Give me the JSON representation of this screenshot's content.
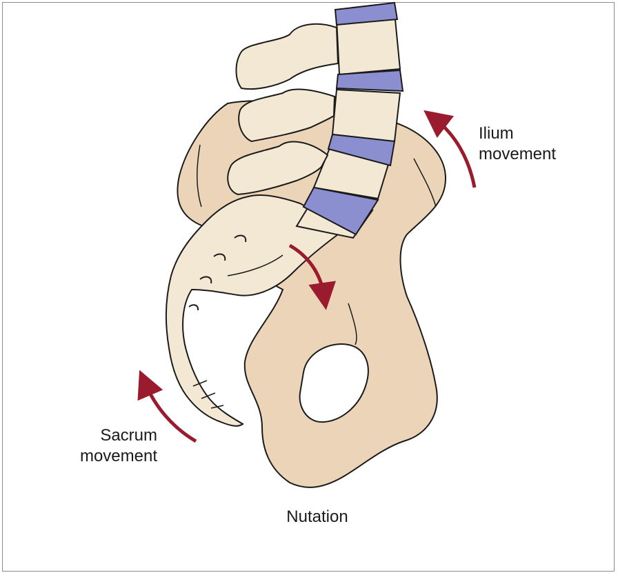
{
  "labels": {
    "ilium_line1": "Ilium",
    "ilium_line2": "movement",
    "sacrum_line1": "Sacrum",
    "sacrum_line2": "movement",
    "caption": "Nutation"
  },
  "colors": {
    "bone": "#f2e8d3",
    "ilium": "#ecd4b8",
    "disc": "#8b8fd0",
    "arrow": "#9a1b2e",
    "outline": "#1a1a1a"
  }
}
